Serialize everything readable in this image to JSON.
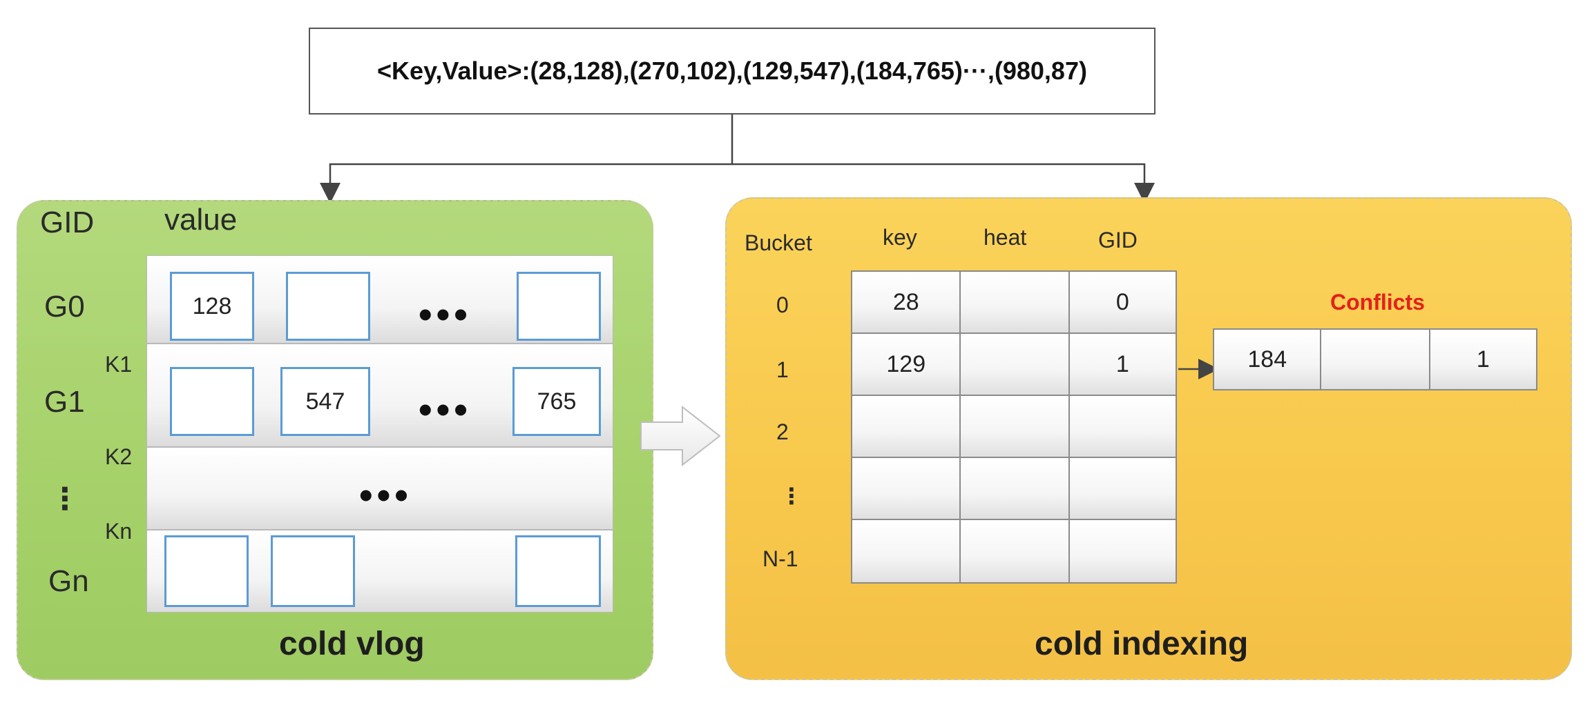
{
  "input": {
    "text": "<Key,Value>:(28,128),(270,102),(129,547),(184,765)···,(980,87)"
  },
  "vlog": {
    "title": "cold vlog",
    "gid_header": "GID",
    "value_header": "value",
    "groups": [
      "G0",
      "G1",
      "⋮",
      "Gn"
    ],
    "keys": [
      "K1",
      "K2",
      "Kn"
    ],
    "rows": [
      [
        "128",
        "",
        "•••",
        ""
      ],
      [
        "",
        "547",
        "•••",
        "765"
      ],
      [
        "•••"
      ],
      [
        "",
        "",
        ""
      ]
    ],
    "colors": {
      "panel": "#a7d26b",
      "cell_border": "#5b9bd5"
    }
  },
  "index": {
    "title": "cold indexing",
    "columns": [
      "Bucket",
      "key",
      "heat",
      "GID"
    ],
    "buckets": [
      "0",
      "1",
      "2",
      "⋮",
      "N-1"
    ],
    "table": [
      [
        "28",
        "",
        "0"
      ],
      [
        "129",
        "",
        "1"
      ],
      [
        "",
        "",
        ""
      ],
      [
        "",
        "",
        ""
      ],
      [
        "",
        "",
        ""
      ]
    ],
    "conflicts_label": "Conflicts",
    "conflict_row": [
      "184",
      "",
      "1"
    ],
    "colors": {
      "panel": "#f8c94d",
      "conflicts_text": "#e4201b"
    }
  }
}
